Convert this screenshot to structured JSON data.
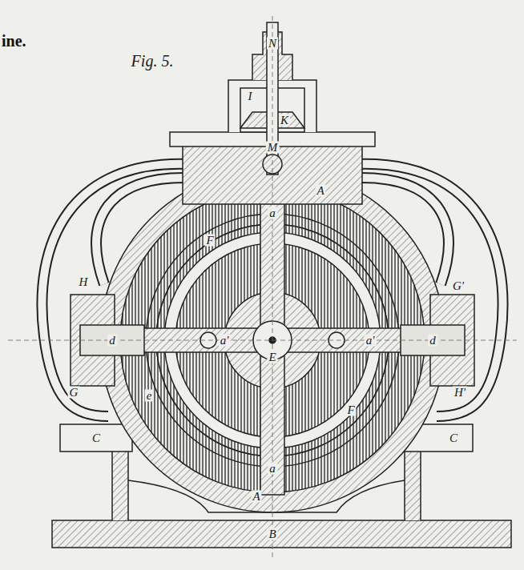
{
  "diagram": {
    "title": "ine.",
    "labels": [
      "Fig. 5.",
      "N",
      "I",
      "K",
      "M",
      "A",
      "a",
      "F",
      "H",
      "G'",
      "d",
      "a'",
      "E",
      "a'",
      "d",
      "G",
      "e",
      "H'",
      "F",
      "C",
      "C",
      "a",
      "A",
      "B"
    ]
  }
}
